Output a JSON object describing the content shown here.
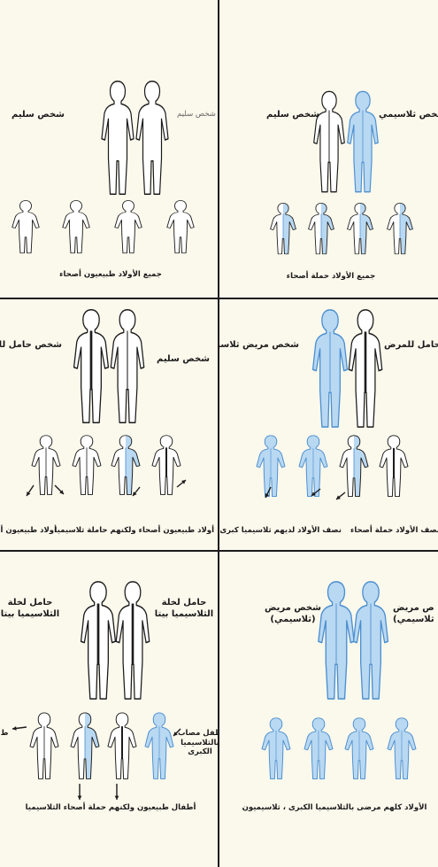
{
  "colors": {
    "background": "#fbf8ec",
    "outline": "#1b1b1b",
    "affected_fill": "#b9d8f2",
    "affected_stroke": "#4a8fd0",
    "divider": "#1b1b1b"
  },
  "panels": {
    "top_left": {
      "parent_label_left": "شخص سليم",
      "parent_label_right": "شخص سليم",
      "children_label": "جميع الأولاد طبيعيون أصحاء"
    },
    "top_right": {
      "parent_label_left": "شخص سليم",
      "parent_label_right": "شخص ثلاسيمي",
      "children_label": "جميع الأولاد حملة أصحاء"
    },
    "middle_left": {
      "parent_label_left": "شخص حامل للثلاس",
      "parent_label_right": "شخص سليم",
      "children_label_left": "أولاد طبيعيون أص",
      "children_label_right": "أولاد طبيعيون أصحاء ولكنهم حاملة ثلاسيميا"
    },
    "middle_right": {
      "parent_label_left": "شخص مريض ثلاسيمي",
      "parent_label_right": "حامل للمرض",
      "children_label_left": "نصف الأولاد لديهم ثلاسيميا كبرى",
      "children_label_right": "نصف الأولاد حملة أصحاء"
    },
    "bottom_left": {
      "parent_label_left": "حامل لخلة\nالثلاسيميا بيتا",
      "parent_label_right": "حامل لخلة\nالثلاسيميا بيتا",
      "affected_child_note": "طفل مصاب\nبالثلاسيميا\nالكبرى",
      "cut_note": "ط",
      "children_label": "أطفال طبيعيون ولكنهم حملة أصحاء الثلاسيميا"
    },
    "bottom_right": {
      "parent_label_left": "شخص مريض\n(ثلاسيمي)",
      "parent_label_right": "ص مريض\nثلاسيمي)",
      "children_label": "الأولاد كلهم مرضى بالثلاسيميا الكبرى ، ثلاسيميون"
    }
  }
}
